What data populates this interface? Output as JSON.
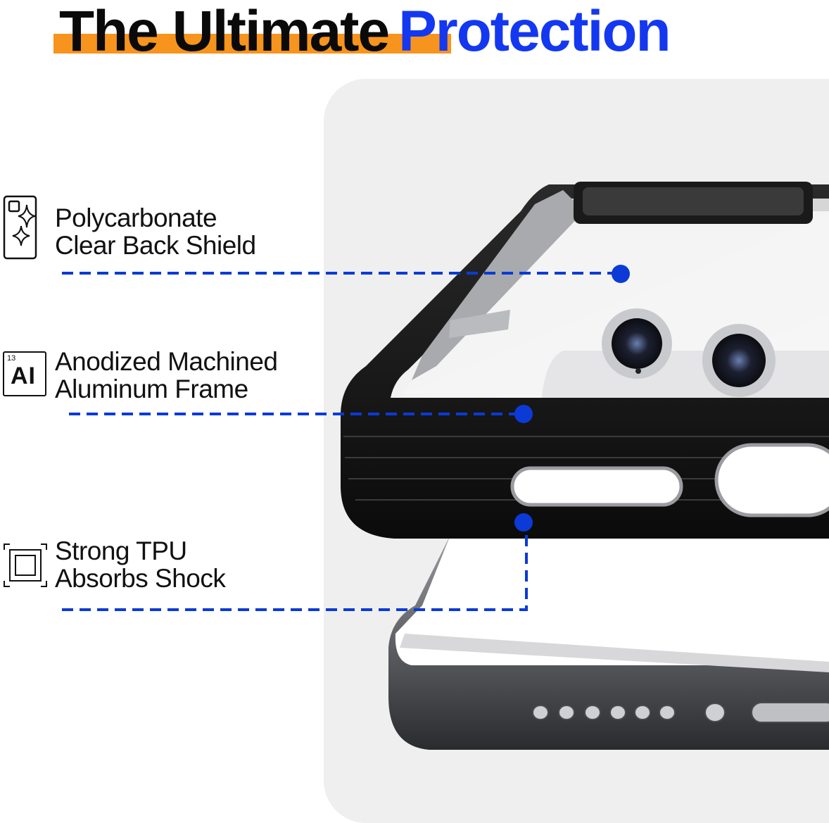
{
  "headline": {
    "word1": "The Ultimate",
    "word2": "Protection"
  },
  "colors": {
    "accent_orange": "#f7941d",
    "accent_blue": "#1438f0",
    "callout_blue": "#0b3ad6",
    "panel_bg": "#efefef"
  },
  "features": [
    {
      "icon": "sparkle-card-icon",
      "line1": "Polycarbonate",
      "line2": "Clear Back Shield"
    },
    {
      "icon": "aluminum-element-icon",
      "element_number": "13",
      "element_symbol": "AI",
      "line1": "Anodized Machined",
      "line2": "Aluminum Frame"
    },
    {
      "icon": "shock-absorb-square-icon",
      "line1": "Strong TPU",
      "line2": "Absorbs Shock"
    }
  ]
}
